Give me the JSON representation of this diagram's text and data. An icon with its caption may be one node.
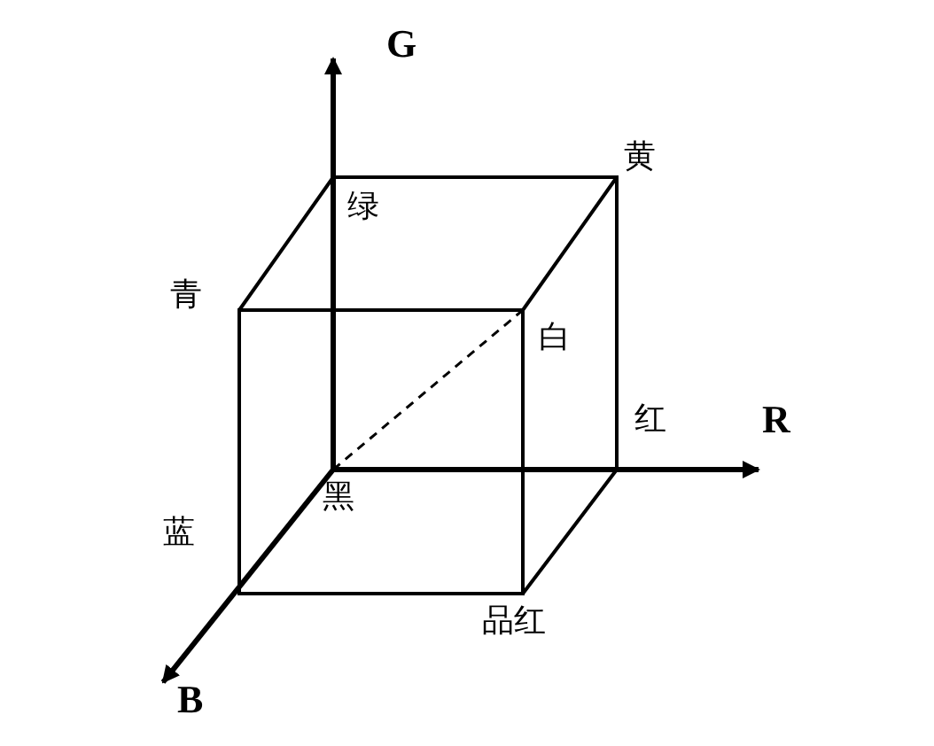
{
  "diagram": {
    "labels": [
      "G",
      "黄",
      "绿",
      "青",
      "白",
      "红",
      "R",
      "黑",
      "蓝",
      "品红",
      "B"
    ]
  }
}
